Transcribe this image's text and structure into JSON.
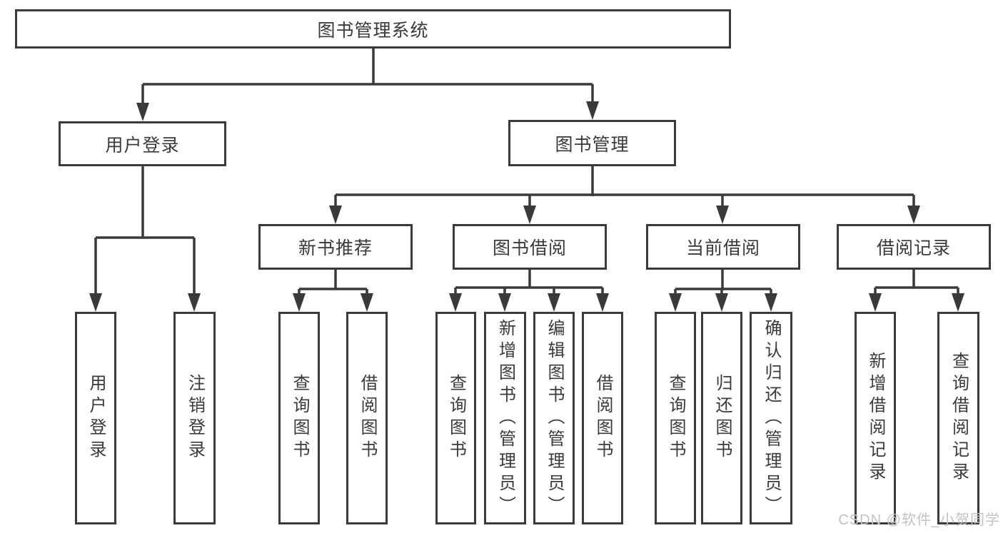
{
  "diagram": {
    "title_hint": "functional-structure-chart",
    "root": {
      "label": "图书管理系统"
    },
    "branches": [
      {
        "label": "用户登录",
        "children": [
          {
            "label": "用户登录"
          },
          {
            "label": "注销登录"
          }
        ]
      },
      {
        "label": "图书管理",
        "children": [
          {
            "label": "新书推荐",
            "children": [
              {
                "label": "查询图书"
              },
              {
                "label": "借阅图书"
              }
            ]
          },
          {
            "label": "图书借阅",
            "children": [
              {
                "label": "查询图书"
              },
              {
                "label": "新增图书（管理员）"
              },
              {
                "label": "编辑图书（管理员）"
              },
              {
                "label": "借阅图书"
              }
            ]
          },
          {
            "label": "当前借阅",
            "children": [
              {
                "label": "查询图书"
              },
              {
                "label": "归还图书"
              },
              {
                "label": "确认归还（管理员）"
              }
            ]
          },
          {
            "label": "借阅记录",
            "children": [
              {
                "label": "新增借阅记录"
              },
              {
                "label": "查询借阅记录"
              }
            ]
          }
        ]
      }
    ]
  },
  "watermark": {
    "text": "CSDN @软件_小贺同学"
  },
  "colors": {
    "line": "#3a3a3a",
    "text": "#3a3a3a",
    "background": "#ffffff",
    "watermark": "#c2c2c2"
  }
}
